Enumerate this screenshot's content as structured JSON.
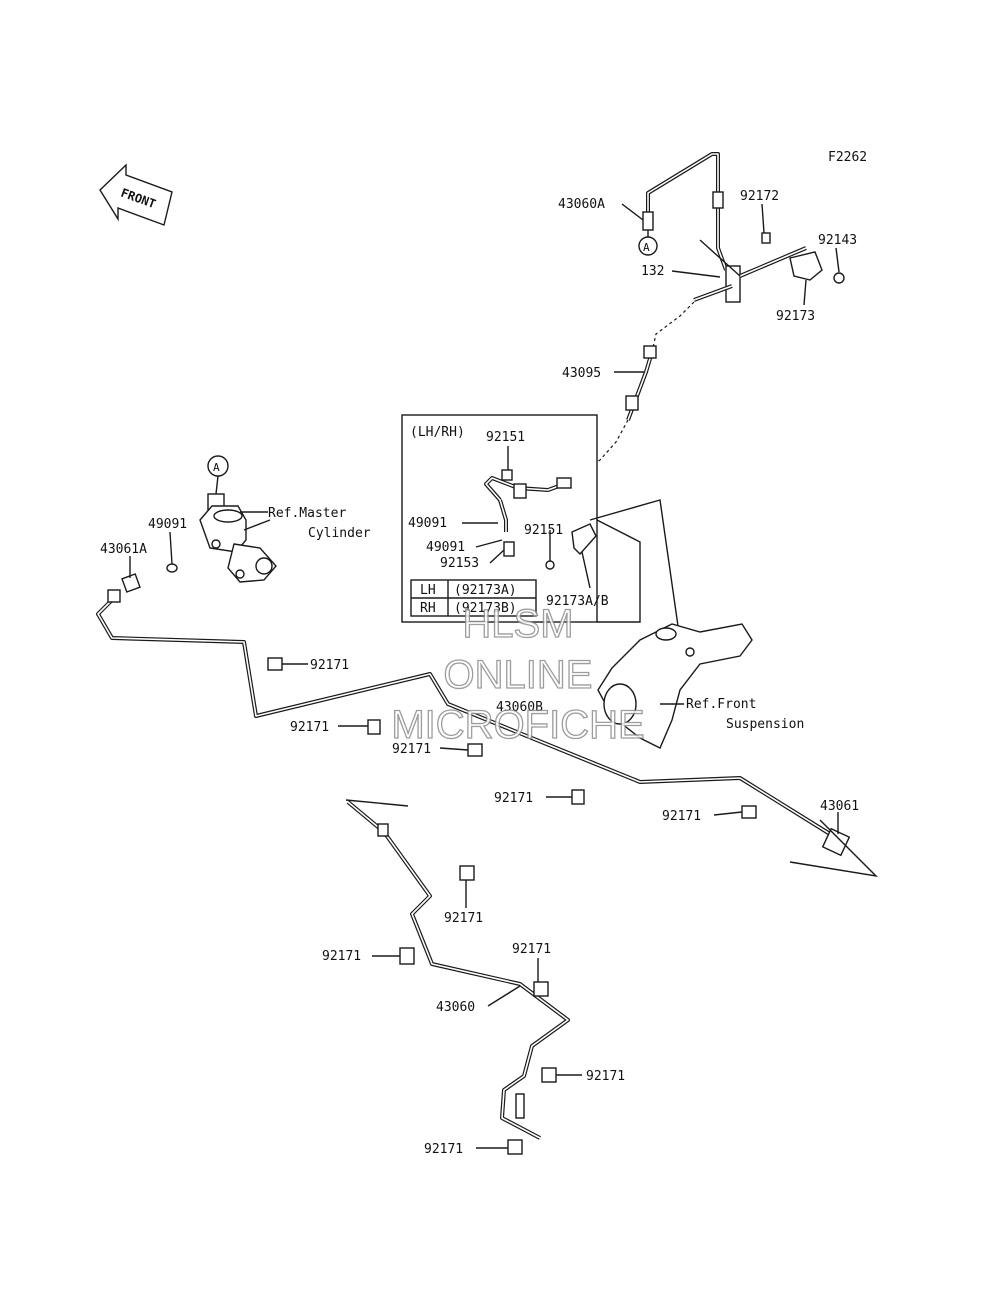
{
  "figure_code": "F2262",
  "front_label": "FRONT",
  "marker_a": "A",
  "watermark": {
    "line1": "HLSM",
    "line2": "ONLINE",
    "line3": "MICROFICHE"
  },
  "inset": {
    "title": "(LH/RH)",
    "table": [
      {
        "side": "LH",
        "part": "(92173A)"
      },
      {
        "side": "RH",
        "part": "(92173B)"
      }
    ]
  },
  "refs": {
    "master_cylinder": [
      "Ref.Master",
      "Cylinder"
    ],
    "front_suspension": [
      "Ref.Front",
      "Suspension"
    ]
  },
  "part_labels": {
    "p43060A": "43060A",
    "p92172": "92172",
    "p92143": "92143",
    "p132": "132",
    "p92173": "92173",
    "p43095": "43095",
    "p92151a": "92151",
    "p49091a": "49091",
    "p49091b": "49091",
    "p92153": "92153",
    "p92151b": "92151",
    "p92173AB": "92173A/B",
    "p49091c": "49091",
    "p43061A": "43061A",
    "p92171a": "92171",
    "p92171b": "92171",
    "p43060B": "43060B",
    "p92171c": "92171",
    "p92171d": "92171",
    "p92171e": "92171",
    "p43061": "43061",
    "p92171f": "92171",
    "p92171g": "92171",
    "p92171h": "92171",
    "p43060": "43060",
    "p92171i": "92171",
    "p92171j": "92171"
  }
}
